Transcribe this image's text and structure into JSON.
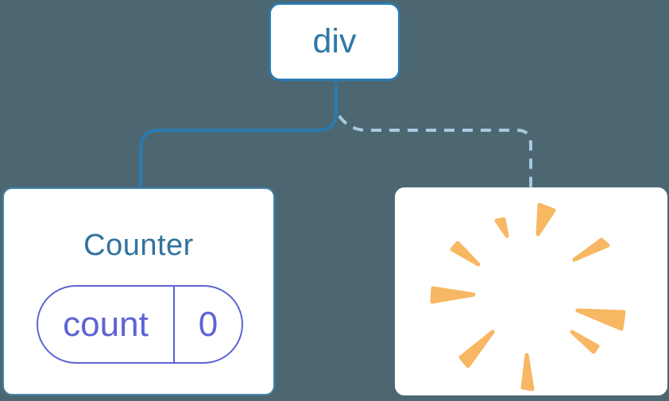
{
  "tree": {
    "root_label": "div",
    "counter": {
      "title": "Counter",
      "state_key": "count",
      "state_value": "0"
    },
    "removed": {
      "icon": "poof-starburst"
    }
  },
  "colors": {
    "bg": "#4c6771",
    "line-blue": "#2b7ab1",
    "text-blue": "#2e79a8",
    "counter-blue": "#30739f",
    "card-border-blue": "#4485ad",
    "dash-blue": "#a7c9e0",
    "purple": "#5d63d4",
    "orange": "#f8b763",
    "card-bg": "#ffffff"
  }
}
